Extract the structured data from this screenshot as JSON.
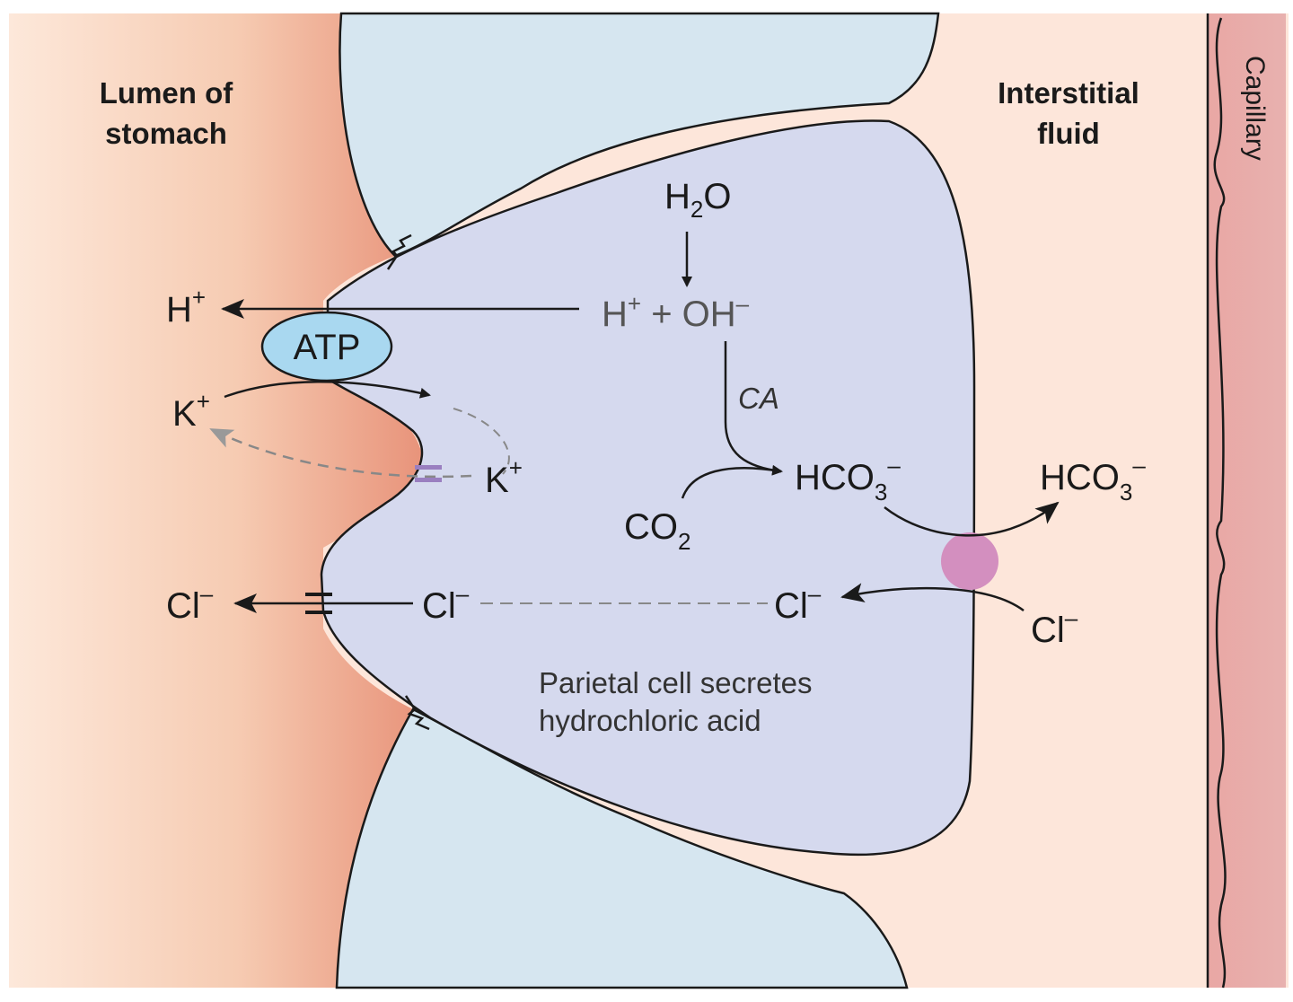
{
  "labels": {
    "lumen_line1": "Lumen of",
    "lumen_line2": "stomach",
    "interstitial_line1": "Interstitial",
    "interstitial_line2": "fluid",
    "capillary": "Capillary",
    "atp": "ATP",
    "ca": "CA",
    "caption_line1": "Parietal cell secretes",
    "caption_line2": "hydrochloric acid"
  },
  "ions": {
    "h_lumen": "H",
    "h_plus_sup": "+",
    "h2o_h": "H",
    "h2o_2": "2",
    "h2o_o": "O",
    "h_inner": "H",
    "plus_oh": " + OH",
    "minus_sup": "–",
    "k_lumen": "K",
    "k_inner": "K",
    "hco3_inner": "HCO",
    "hco3_outer": "HCO",
    "three": "3",
    "co2": "CO",
    "two": "2",
    "cl": "Cl"
  },
  "colors": {
    "lumen": "#f3c8ad",
    "lumen_edge": "#e8977a",
    "interstitial": "#fde6da",
    "capillary": "#e8a9a9",
    "neighbor_cell": "#d6e6f0",
    "parietal_cell": "#d5d9ee",
    "atp_pump": "#a9d8f0",
    "exchanger": "#d38fbf"
  }
}
